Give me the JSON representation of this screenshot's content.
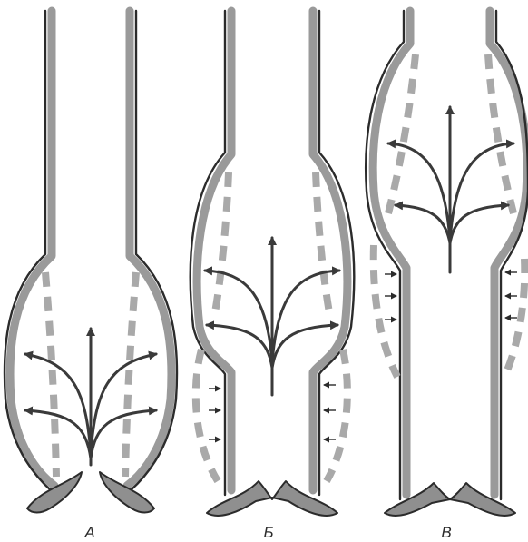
{
  "panels": [
    {
      "id": "a",
      "label": "А"
    },
    {
      "id": "b",
      "label": "Б"
    },
    {
      "id": "c",
      "label": "В"
    }
  ]
}
